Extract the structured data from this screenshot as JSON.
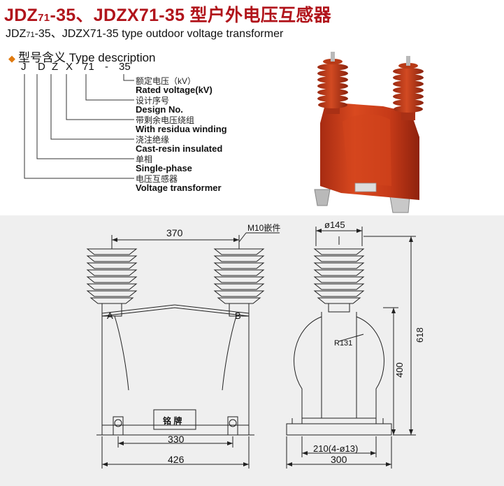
{
  "header": {
    "title_cn_main": "JDZ",
    "title_cn_sub": "71",
    "title_cn_rest": "-35、JDZX71-35  型户外电压互感器",
    "title_en_main": "JDZ",
    "title_en_sub": "71",
    "title_en_rest": "-35、JDZX71-35  type outdoor voltage  transformer"
  },
  "type_description": {
    "heading": "型号含义 Type description",
    "code": [
      "J",
      "D",
      "Z",
      "X",
      "71",
      "-",
      "35"
    ],
    "legend": [
      {
        "cn": "额定电压（kV）",
        "en": "Rated voltage(kV)"
      },
      {
        "cn": "设计序号",
        "en": "Design No."
      },
      {
        "cn": "带剩余电压绕组",
        "en": "With residua winding"
      },
      {
        "cn": "浇注绝缘",
        "en": "Cast-resin insulated"
      },
      {
        "cn": "单相",
        "en": "Single-phase"
      },
      {
        "cn": "电压互感器",
        "en": "Voltage transformer"
      }
    ]
  },
  "drawing": {
    "front": {
      "dim_top": "370",
      "fastener": "M10嵌件",
      "terminal_a": "A",
      "terminal_b": "B",
      "nameplate": "铭 牌",
      "dim_mount": "330",
      "dim_base": "426"
    },
    "side": {
      "dim_top": "ø145",
      "radius": "R131",
      "dim_height_total": "618",
      "dim_height_body": "400",
      "dim_mount": "210(4-ø13)",
      "dim_base": "300"
    }
  },
  "colors": {
    "title": "#b1141b",
    "bullet": "#e07a10",
    "body_red": "#c93a1c",
    "drawing_bg": "#efefef"
  }
}
